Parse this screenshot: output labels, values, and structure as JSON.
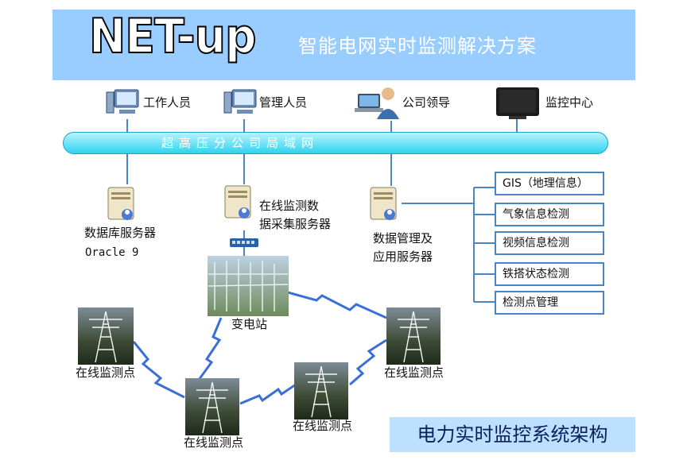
{
  "header": {
    "logo": "NET-up",
    "subtitle": "智能电网实时监测解决方案"
  },
  "users": [
    {
      "label": "工作人员"
    },
    {
      "label": "管理人员"
    },
    {
      "label": "公司领导"
    },
    {
      "label": "监控中心"
    }
  ],
  "network": {
    "label": "超高压分公司局域网"
  },
  "servers": {
    "db": {
      "label": "数据库服务器",
      "sub": "Oracle 9"
    },
    "collect": {
      "line1": "在线监测数",
      "line2": "据采集服务器"
    },
    "app": {
      "line1": "数据管理及",
      "line2": "应用服务器"
    }
  },
  "services": [
    "GIS（地理信息）",
    "气象信息检测",
    "视频信息检测",
    "铁搭状态检测",
    "检测点管理"
  ],
  "nodes": {
    "substation": "变电站",
    "point_left": "在线监测点",
    "point_bottom_left": "在线监测点",
    "point_bottom_mid": "在线监测点",
    "point_right": "在线监测点"
  },
  "footer": {
    "title": "电力实时监控系统架构"
  },
  "colors": {
    "header_bg": "#99ccff",
    "lan_bar": "#2fd3f0",
    "service_border": "#4a86c6",
    "link_line": "#3a6fd8",
    "footer_bg": "#bde0ff"
  }
}
